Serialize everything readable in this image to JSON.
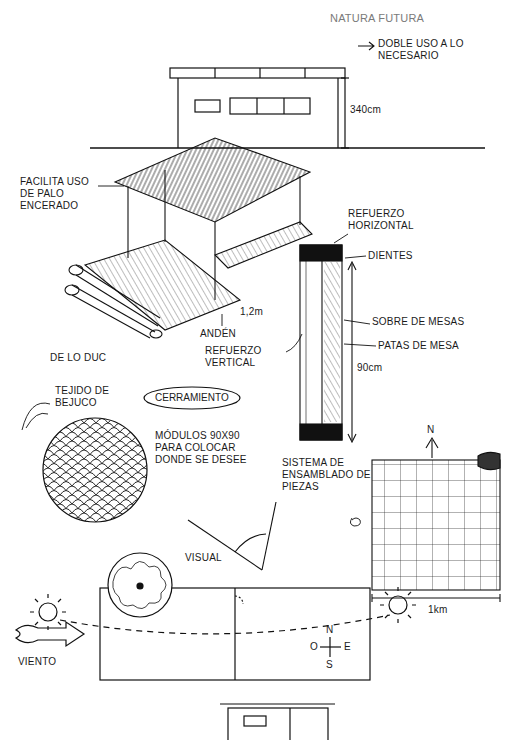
{
  "diagram": {
    "title": "NATURA FUTURA",
    "nodes": [
      {
        "text": [
          "CERRAMIENTO"
        ]
      }
    ],
    "labels": [
      "DOBLE USO A LO NECESARIO",
      "340cm",
      "FACILITA USO DE PALO ENCERADO",
      "1,2m",
      "ANDÉN",
      "DE LO DUC",
      "REFUERZO HORIZONTAL",
      "DIENTES",
      "SOBRE DE MESAS",
      "PATAS DE MESA",
      "90cm",
      "REFUERZO VERTICAL",
      "SISTEMA DE ENSAMBLADO DE PIEZAS",
      "TEJIDO DE BEJUCO",
      "MÓDULOS 90X90 PARA COLOCAR DONDE SE DESEE",
      "VISUAL",
      "N",
      "1km",
      "VIENTO",
      "N",
      "O",
      "E",
      "S"
    ]
  }
}
